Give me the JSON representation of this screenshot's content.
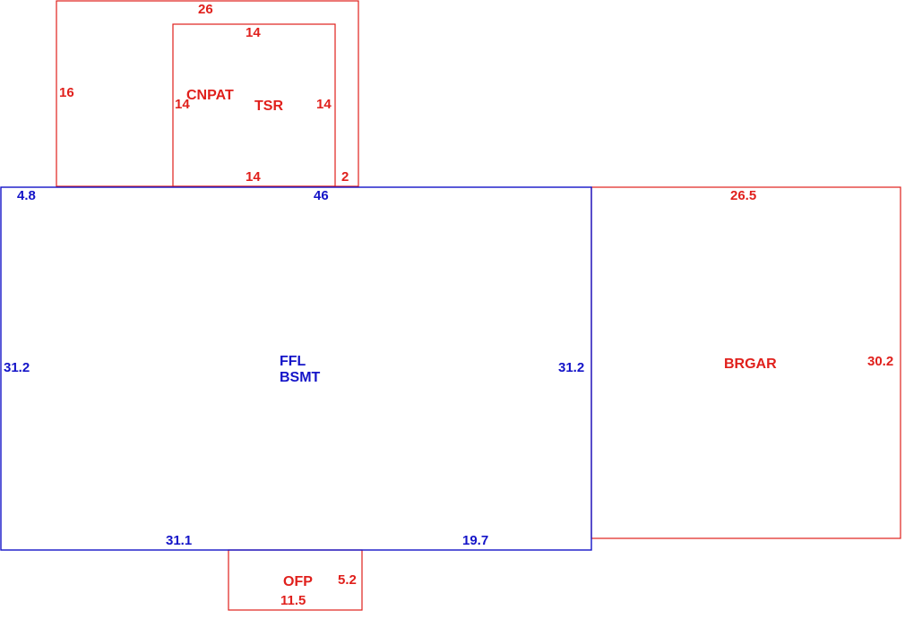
{
  "colors": {
    "red": "#e0201c",
    "blue": "#1414c8",
    "background": "#ffffff"
  },
  "areas": {
    "cnpat": {
      "name": "CNPAT",
      "dims": {
        "top": "26",
        "left": "16",
        "bottom": "2"
      }
    },
    "tsr": {
      "name": "TSR",
      "dims": {
        "top": "14",
        "left": "14",
        "right": "14",
        "bottom": "14"
      }
    },
    "main": {
      "name_line1": "FFL",
      "name_line2": "BSMT",
      "dims": {
        "top_left": "4.8",
        "top": "46",
        "left": "31.2",
        "right": "31.2",
        "bottom_left": "31.1",
        "bottom_right": "19.7"
      }
    },
    "brgar": {
      "name": "BRGAR",
      "dims": {
        "top": "26.5",
        "right": "30.2"
      }
    },
    "ofp": {
      "name": "OFP",
      "dims": {
        "bottom": "11.5",
        "right": "5.2"
      }
    }
  }
}
